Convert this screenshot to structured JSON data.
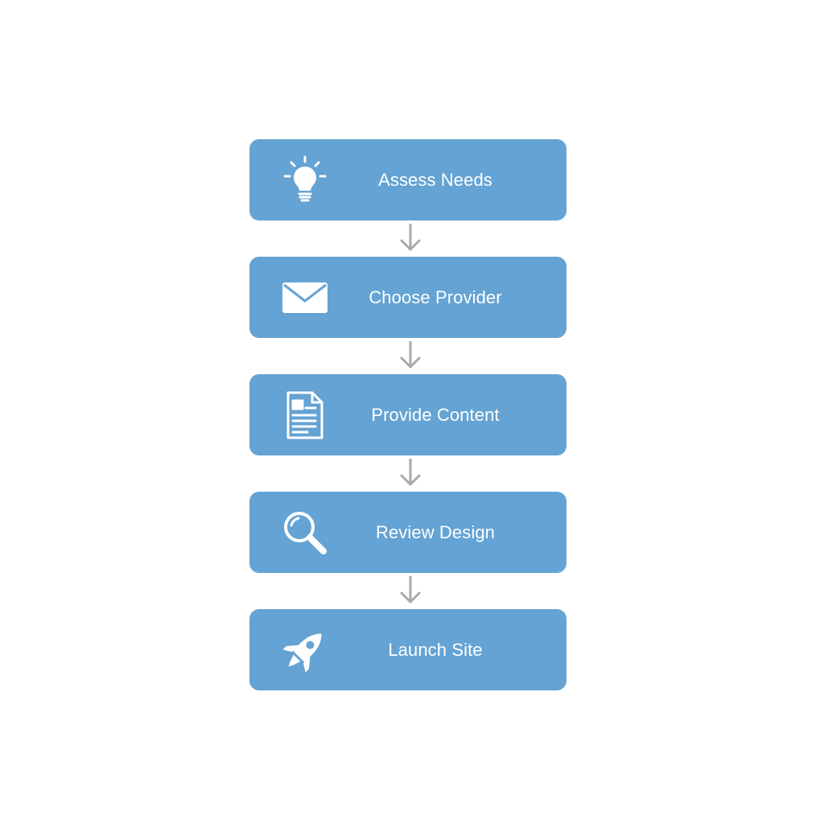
{
  "colors": {
    "step_fill": "#64a3d3",
    "step_text": "#ffffff",
    "connector": "#a9a9a9",
    "background": "#ffffff"
  },
  "steps": [
    {
      "label": "Assess Needs",
      "icon": "lightbulb-icon"
    },
    {
      "label": "Choose Provider",
      "icon": "envelope-icon"
    },
    {
      "label": "Provide Content",
      "icon": "document-icon"
    },
    {
      "label": "Review Design",
      "icon": "magnifier-icon"
    },
    {
      "label": "Launch Site",
      "icon": "rocket-icon"
    }
  ]
}
